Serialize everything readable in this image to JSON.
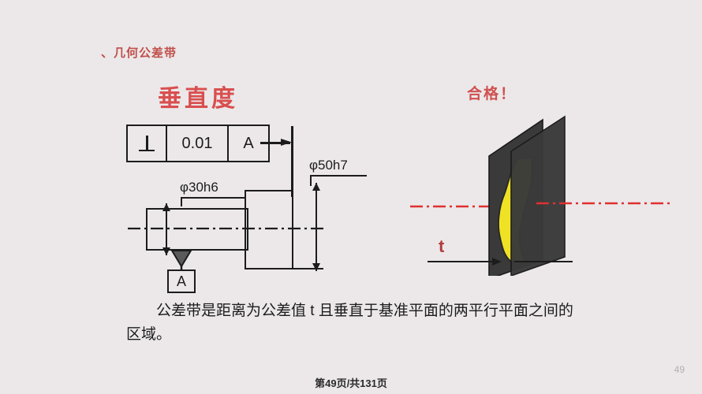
{
  "slide": {
    "section_title": "、几何公差带",
    "main_title": "垂直度",
    "ok_title": "合格！",
    "body_text": "公差带是距离为公差值 t 且垂直于基准平面的两平行平面之间的区域。",
    "background_color": "#ece8e9"
  },
  "feature_control_frame": {
    "symbol_name": "perpendicularity-symbol",
    "symbol_glyph": "⊥",
    "tolerance_value": "0.01",
    "datum_reference": "A"
  },
  "drawing": {
    "dim_small": "φ30h6",
    "dim_large": "φ50h7",
    "datum_label": "A",
    "centerline_style": "dash-dot",
    "line_color": "#1c1c1c"
  },
  "illustration": {
    "tolerance_label": "t",
    "plane_color": "#3a3a3a",
    "surface_color": "#efe225",
    "axis_color": "#e03030",
    "label_color": "#b23c3c"
  },
  "footer": {
    "page_text": "第49页/共131页",
    "page_number": "49"
  }
}
